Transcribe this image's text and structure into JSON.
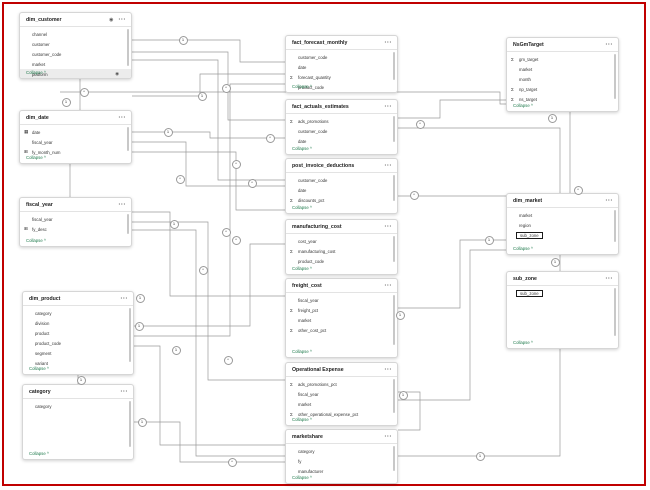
{
  "tables": {
    "dim_customer": {
      "title": "dim_customer",
      "fields": [
        "channel",
        "customer",
        "customer_code",
        "market",
        "platform"
      ],
      "collapse": "Collapse ^"
    },
    "dim_date": {
      "title": "dim_date",
      "fields": [
        "date",
        "fiscal_year",
        "fy_month_num"
      ],
      "collapse": "Collapse ^"
    },
    "fiscal_year": {
      "title": "fiscal_year",
      "fields": [
        "fiscal_year",
        "fy_desc"
      ],
      "collapse": "Collapse ^"
    },
    "dim_product": {
      "title": "dim_product",
      "fields": [
        "category",
        "division",
        "product",
        "product_code",
        "segment",
        "variant"
      ],
      "collapse": "Collapse ^"
    },
    "category": {
      "title": "category",
      "fields": [
        "category"
      ],
      "collapse": "Collapse ^"
    },
    "fact_forecast_monthly": {
      "title": "fact_forecast_monthly",
      "fields": [
        "customer_code",
        "date",
        "forecast_quantity",
        "product_code"
      ],
      "collapse": "Collapse ^"
    },
    "fact_actuals_estimates": {
      "title": "fact_actuals_estimates",
      "fields": [
        "ads_promotions",
        "customer_code",
        "date"
      ],
      "collapse": "Collapse ^"
    },
    "post_invoice_deductions": {
      "title": "post_invoice_deductions",
      "fields": [
        "customer_code",
        "date",
        "discounts_pct"
      ],
      "collapse": "Collapse ^"
    },
    "manufacturing_cost": {
      "title": "manufacturing_cost",
      "fields": [
        "cost_year",
        "manufacturing_cost",
        "product_code"
      ],
      "collapse": "Collapse ^"
    },
    "freight_cost": {
      "title": "freight_cost",
      "fields": [
        "fiscal_year",
        "freight_pct",
        "market",
        "other_cost_pct"
      ],
      "collapse": "Collapse ^"
    },
    "operational_expense": {
      "title": "Operational Expense",
      "fields": [
        "ads_promotions_pct",
        "fiscal_year",
        "market",
        "other_operational_expense_pct"
      ],
      "collapse": "Collapse ^"
    },
    "marketshare": {
      "title": "marketshare",
      "fields": [
        "category",
        "fy",
        "manufacturer"
      ],
      "collapse": "Collapse ^"
    },
    "nsgm_target": {
      "title": "NsGmTarget",
      "fields": [
        "gm_target",
        "market",
        "month",
        "np_target",
        "ns_target"
      ],
      "collapse": "Collapse ^"
    },
    "dim_market": {
      "title": "dim_market",
      "fields": [
        "market",
        "region",
        "sub_zone"
      ],
      "collapse": "Collapse ^"
    },
    "sub_zone": {
      "title": "sub_zone",
      "fields": [
        "sub_zone"
      ],
      "collapse": "Collapse ^"
    }
  },
  "glyphs": {
    "more": "···",
    "eye": "◉",
    "sigma": "Σ",
    "one": "1",
    "many": "*",
    "arrow": "▸"
  },
  "colors": {
    "frame": "#c00000",
    "collapse_link": "#1f7a4c",
    "wire": "#9a9a9a"
  }
}
